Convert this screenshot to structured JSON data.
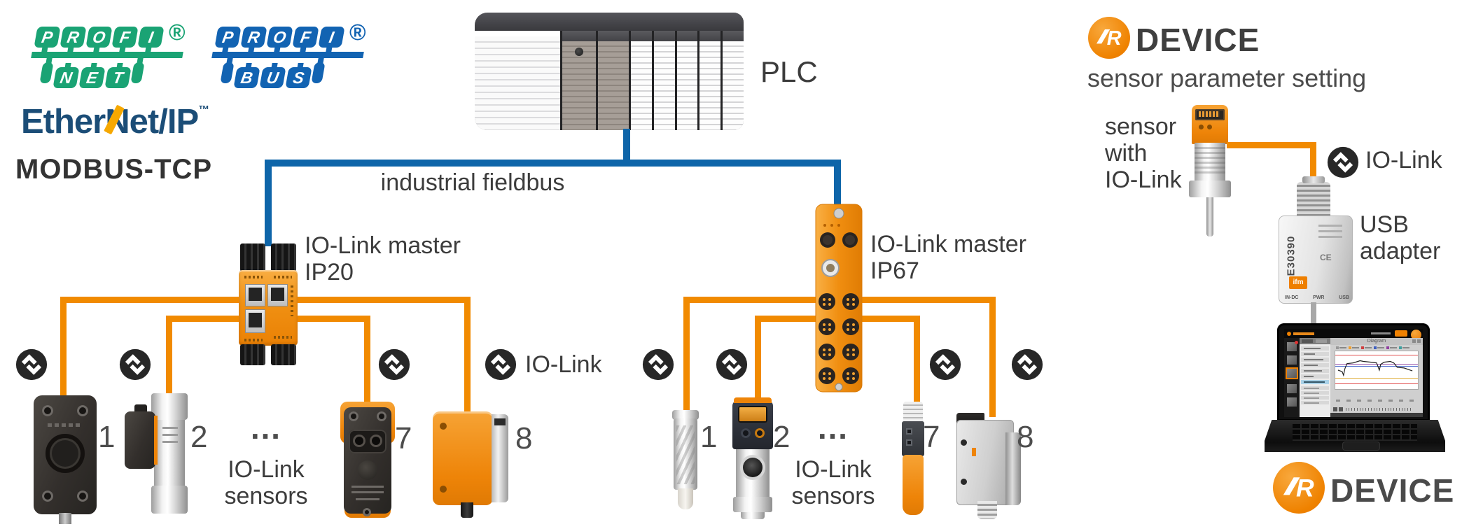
{
  "colors": {
    "fieldbus_blue": "#0e65a9",
    "iolink_orange": "#f18a00",
    "profinet_green": "#1aa374",
    "profibus_blue": "#1263b2",
    "ethernetip_navy": "#1b4d77",
    "ethernetip_accent": "#f6a800",
    "device_orange": "#ee8200",
    "label_gray": "#3c3c3c"
  },
  "logos": {
    "profinet": {
      "letters_top": [
        "P",
        "R",
        "O",
        "F",
        "I"
      ],
      "letters_bottom": [
        "N",
        "E",
        "T"
      ],
      "registered": "®"
    },
    "profibus": {
      "letters_top": [
        "P",
        "R",
        "O",
        "F",
        "I"
      ],
      "letters_bottom": [
        "B",
        "U",
        "S"
      ],
      "registered": "®"
    },
    "ethernet_ip": {
      "part1": "Ether",
      "part2": "N",
      "part3": "et/IP",
      "trademark": "™"
    },
    "modbus_tcp": "MODBUS-TCP"
  },
  "plc": {
    "label": "PLC"
  },
  "fieldbus_label": "industrial fieldbus",
  "masters": {
    "ip20": {
      "name_line": "IO-Link master",
      "rating": "IP20"
    },
    "ip67": {
      "name_line": "IO-Link master",
      "rating": "IP67"
    }
  },
  "left_group": {
    "numbers": {
      "s1": "1",
      "s2": "2",
      "dots": "…",
      "s7": "7",
      "s8": "8"
    },
    "io_link_text": "IO-Link",
    "sensors_label_line1": "IO-Link",
    "sensors_label_line2": "sensors"
  },
  "right_group": {
    "numbers": {
      "s1": "1",
      "s2": "2",
      "dots": "…",
      "s7": "7",
      "s8": "8"
    },
    "sensors_label_line1": "IO-Link",
    "sensors_label_line2": "sensors"
  },
  "device_section": {
    "brand_top": "DEVICE",
    "subtitle": "sensor parameter setting",
    "sensor_caption_line1": "sensor",
    "sensor_caption_line2": "with",
    "sensor_caption_line3": "IO-Link",
    "io_link_text": "IO-Link",
    "usb_caption_line1": "USB",
    "usb_caption_line2": "adapter",
    "adapter": {
      "model": "E30390",
      "ce": "CE",
      "brand": "ifm",
      "port_1": "IN-DC",
      "port_2": "PWR",
      "port_3": "USB"
    },
    "laptop_screen": {
      "window_title": "Diagram"
    },
    "brand_bottom": "DEVICE"
  }
}
